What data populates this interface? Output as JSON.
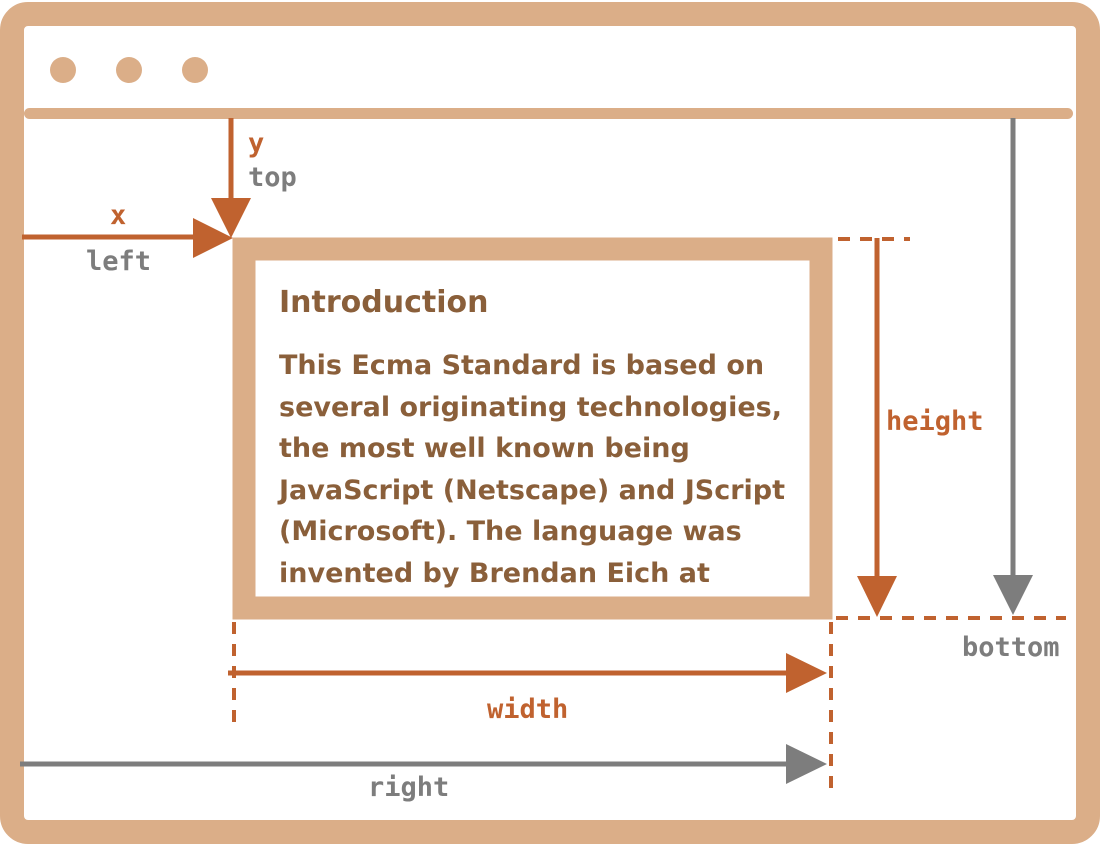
{
  "colors": {
    "frame": "#dbae88",
    "accent": "#c0622f",
    "gray": "#7d7d7d",
    "text": "#8a5f3a"
  },
  "window": {
    "dots": [
      "dot-1",
      "dot-2",
      "dot-3"
    ]
  },
  "element": {
    "title": "Introduction",
    "lines": [
      "This Ecma Standard is based on",
      "several originating technologies,",
      "the most well known being",
      "JavaScript (Netscape) and JScript",
      "(Microsoft). The language was",
      "invented by Brendan Eich at"
    ]
  },
  "labels": {
    "y": "y",
    "top": "top",
    "x": "x",
    "left": "left",
    "height": "height",
    "width": "width",
    "bottom": "bottom",
    "right": "right"
  }
}
